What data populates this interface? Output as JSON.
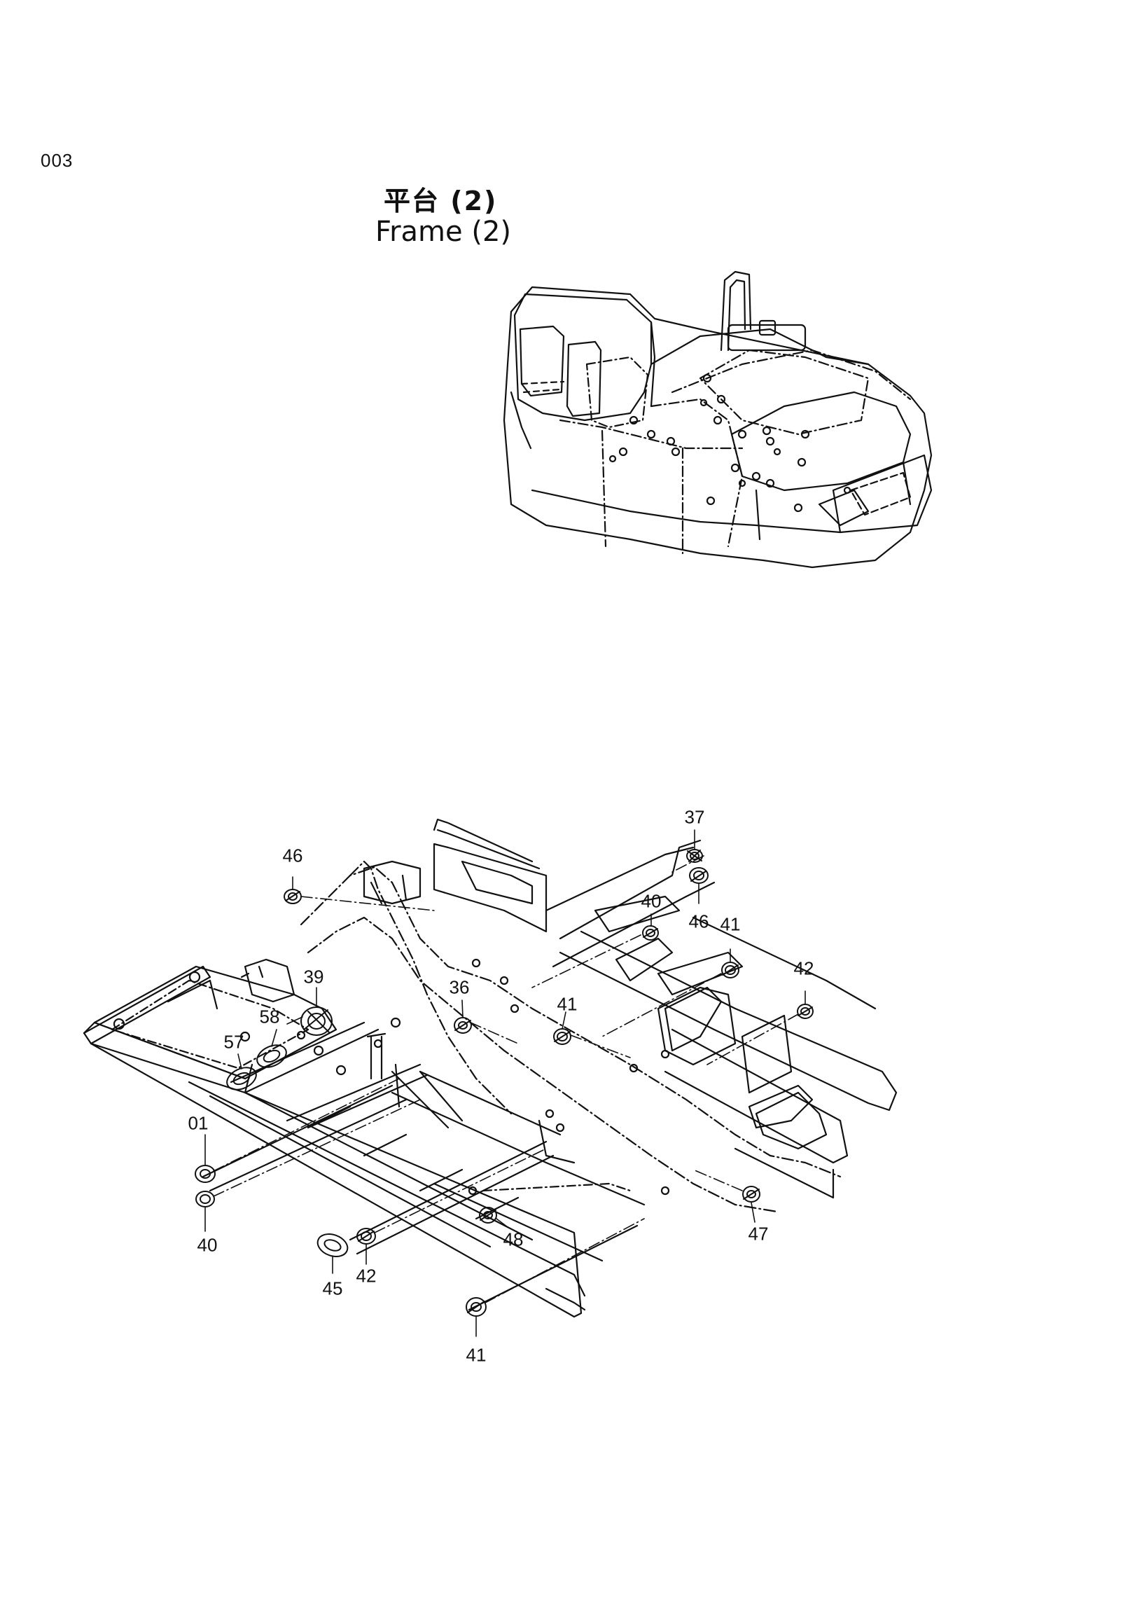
{
  "page": {
    "number": "003"
  },
  "title": {
    "japanese": "平台 (2)",
    "english": "Frame (2)"
  },
  "callouts": {
    "c37": "37",
    "c46a": "46",
    "c46b": "46",
    "c40a": "40",
    "c41a": "41",
    "c42a": "42",
    "c39": "39",
    "c58": "58",
    "c57": "57",
    "c36": "36",
    "c41b": "41",
    "c01": "01",
    "c40b": "40",
    "c47": "47",
    "c48": "48",
    "c45": "45",
    "c42b": "42",
    "c41c": "41"
  }
}
